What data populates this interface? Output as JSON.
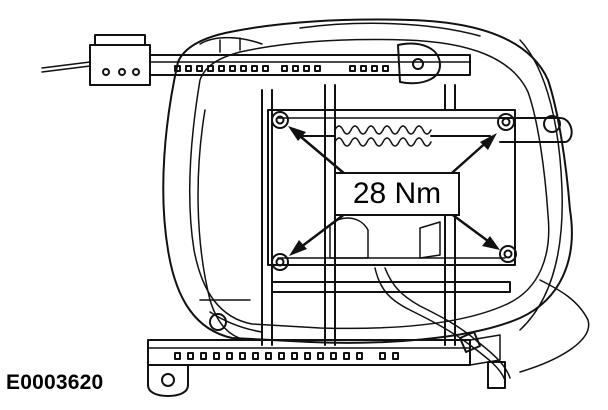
{
  "torque_label": "28 Nm",
  "figure_id": "E0003620",
  "colors": {
    "line": "#111111",
    "background": "#ffffff"
  },
  "callouts": [
    {
      "target": "front-left-bolt"
    },
    {
      "target": "front-right-bolt"
    },
    {
      "target": "rear-left-bolt"
    },
    {
      "target": "rear-right-bolt"
    }
  ]
}
